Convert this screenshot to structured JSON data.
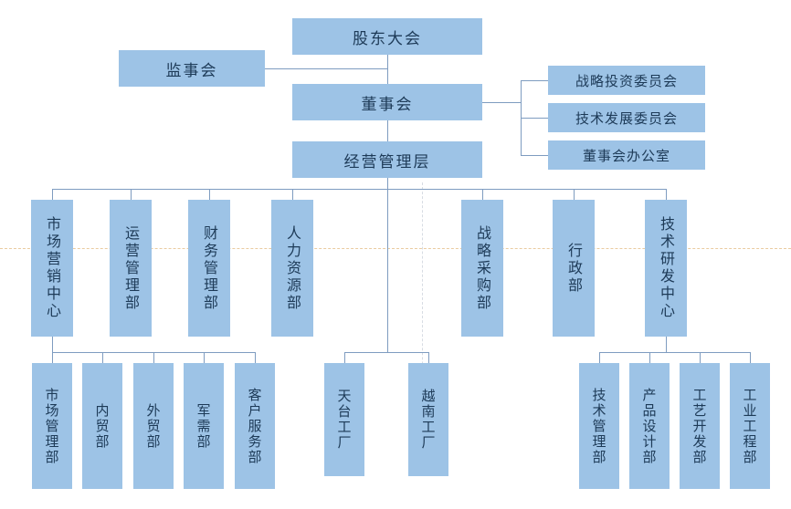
{
  "palette": {
    "box_fill": "#9DC3E6",
    "box_text": "#1D3A57",
    "connector": "#7E9CC0",
    "guide_horizontal": "#EACBA0",
    "guide_vertical": "#D7DCE3"
  },
  "nodes": {
    "shareholders": "股东大会",
    "supervisory": "监事会",
    "board": "董事会",
    "management": "经营管理层",
    "committees": [
      "战略投资委员会",
      "技术发展委员会",
      "董事会办公室"
    ],
    "level2": [
      "市场营销中心",
      "运营管理部",
      "财务管理部",
      "人力资源部",
      "战略采购部",
      "行政部",
      "技术研发中心"
    ],
    "marketing_sub": [
      "市场管理部",
      "内贸部",
      "外贸部",
      "军需部",
      "客户服务部"
    ],
    "factories": [
      "天台工厂",
      "越南工厂"
    ],
    "rnd_sub": [
      "技术管理部",
      "产品设计部",
      "工艺开发部",
      "工业工程部"
    ]
  }
}
